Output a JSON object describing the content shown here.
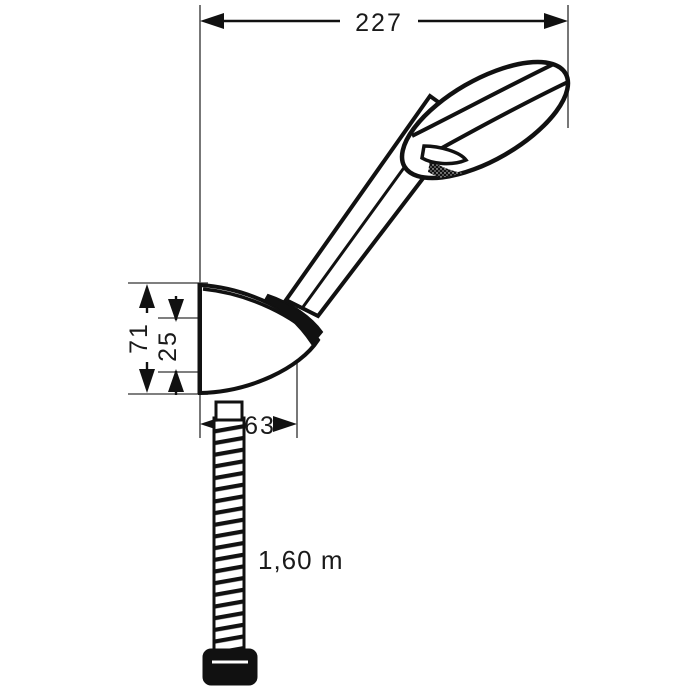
{
  "drawing": {
    "title": "Hand shower with wall holder and shower hose - dimensioned technical drawing",
    "units": "mm",
    "colors": {
      "outline": "#111111",
      "extension_line": "#555555",
      "dimension_line": "#111111",
      "fill": "#ffffff",
      "spray_face": "#111111",
      "background": "#ffffff"
    }
  },
  "dimensions": {
    "overall_width": {
      "label": "227",
      "orientation": "horizontal",
      "position": "top"
    },
    "holder_height": {
      "label": "71",
      "orientation": "vertical",
      "position": "left-outer"
    },
    "holder_inner_height": {
      "label": "25",
      "orientation": "vertical",
      "position": "left-inner"
    },
    "holder_projection": {
      "label": "63",
      "orientation": "horizontal",
      "position": "below-holder"
    },
    "hose_length": {
      "label": "1,60 m",
      "orientation": "horizontal",
      "position": "beside-hose"
    }
  },
  "parts": {
    "shower_head": "shower-head",
    "handle": "shower-handle",
    "spray_face": "spray-face",
    "wall_holder": "wall-holder",
    "wall_line": "wall-mount-line",
    "hose": "shower-hose",
    "hose_nut": "hose-connector-nut"
  }
}
